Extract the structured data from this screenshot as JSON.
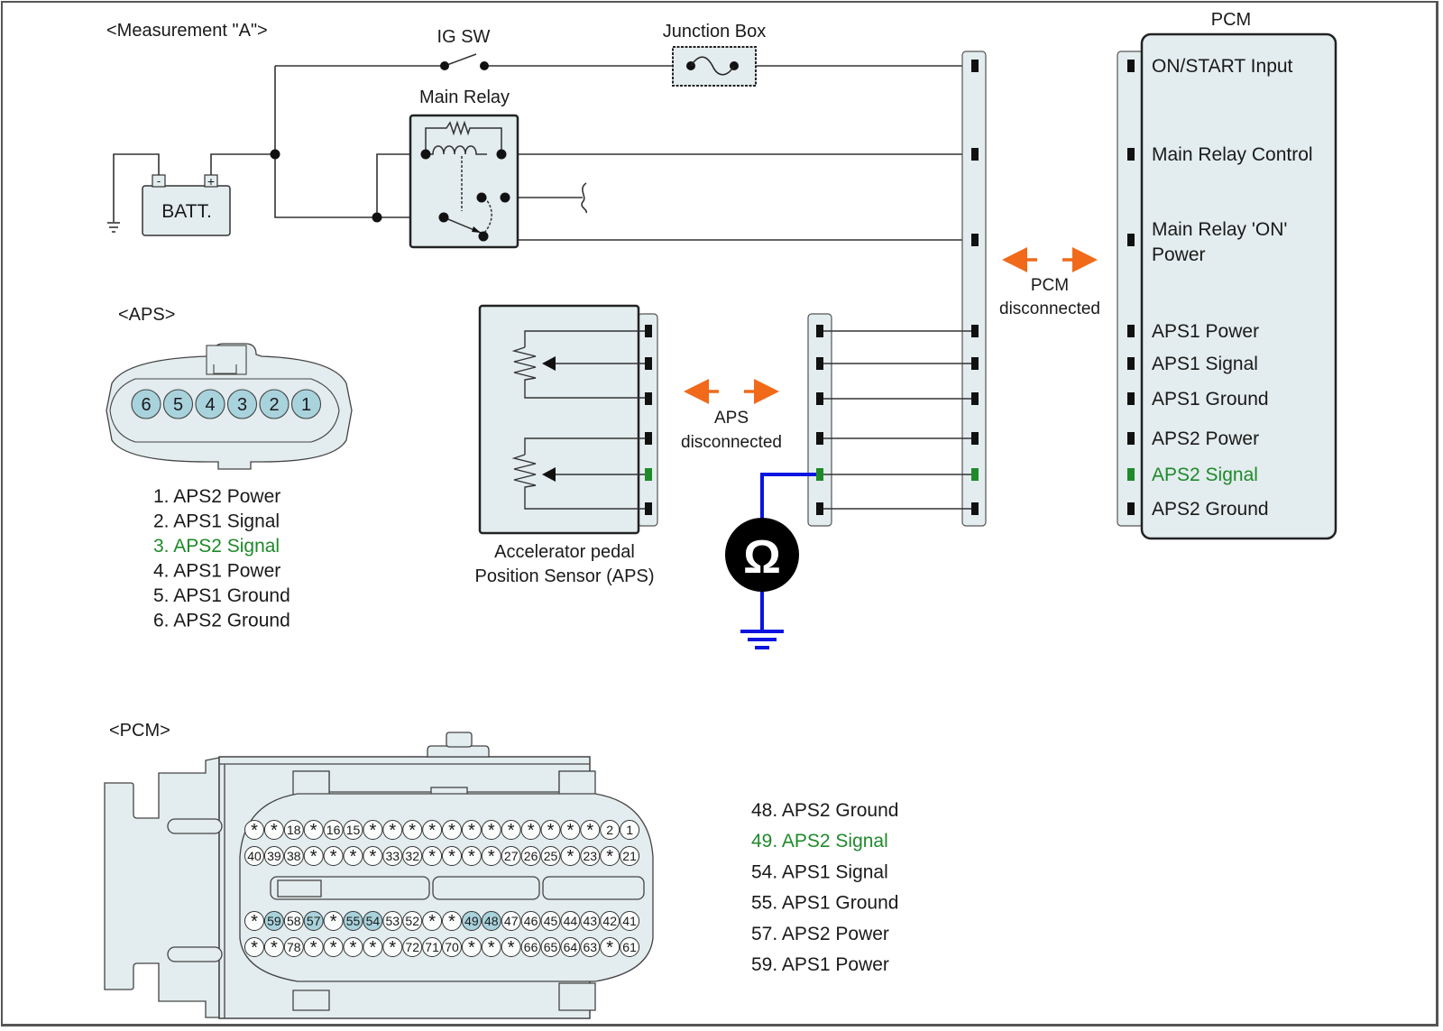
{
  "titles": {
    "measurement": "<Measurement \"A\">",
    "aps_connector": "<APS>",
    "pcm_connector": "<PCM>"
  },
  "components": {
    "battery": "BATT.",
    "battery_neg": "-",
    "battery_pos": "+",
    "ig_switch": "IG SW",
    "junction_box": "Junction Box",
    "main_relay": "Main Relay",
    "pcm": "PCM",
    "aps_line1": "Accelerator pedal",
    "aps_line2": "Position Sensor (APS)",
    "ohmmeter_symbol": "Ω"
  },
  "annotations": {
    "aps_disc_line1": "APS",
    "aps_disc_line2": "disconnected",
    "pcm_disc_line1": "PCM",
    "pcm_disc_line2": "disconnected"
  },
  "pcm_terminals": [
    {
      "label": "ON/START Input",
      "highlight": false
    },
    {
      "label": "Main Relay Control",
      "highlight": false
    },
    {
      "label": "Main Relay 'ON'",
      "label2": "Power",
      "highlight": false
    },
    {
      "label": "APS1 Power",
      "highlight": false
    },
    {
      "label": "APS1 Signal",
      "highlight": false
    },
    {
      "label": "APS1 Ground",
      "highlight": false
    },
    {
      "label": "APS2 Power",
      "highlight": false
    },
    {
      "label": "APS2 Signal",
      "highlight": true
    },
    {
      "label": "APS2 Ground",
      "highlight": false
    }
  ],
  "aps_pins": [
    "6",
    "5",
    "4",
    "3",
    "2",
    "1"
  ],
  "aps_pin_list": [
    {
      "text": "1. APS2 Power",
      "highlight": false
    },
    {
      "text": "2. APS1 Signal",
      "highlight": false
    },
    {
      "text": "3. APS2 Signal",
      "highlight": true
    },
    {
      "text": "4. APS1 Power",
      "highlight": false
    },
    {
      "text": "5. APS1 Ground",
      "highlight": false
    },
    {
      "text": "6. APS2 Ground",
      "highlight": false
    }
  ],
  "pcm_pin_rows": [
    [
      "*",
      "*",
      "18",
      "*",
      "16",
      "15",
      "*",
      "*",
      "*",
      "*",
      "*",
      "*",
      "*",
      "*",
      "*",
      "*",
      "*",
      "*",
      "2",
      "1"
    ],
    [
      "40",
      "39",
      "38",
      "*",
      "*",
      "*",
      "*",
      "33",
      "32",
      "*",
      "*",
      "*",
      "*",
      "27",
      "26",
      "25",
      "*",
      "23",
      "*",
      "21"
    ],
    [
      "*",
      "59",
      "58",
      "57",
      "*",
      "55",
      "54",
      "53",
      "52",
      "*",
      "*",
      "49",
      "48",
      "47",
      "46",
      "45",
      "44",
      "43",
      "42",
      "41"
    ],
    [
      "*",
      "*",
      "78",
      "*",
      "*",
      "*",
      "*",
      "*",
      "72",
      "71",
      "70",
      "*",
      "*",
      "*",
      "66",
      "65",
      "64",
      "63",
      "*",
      "61"
    ]
  ],
  "pcm_highlighted_pins": [
    "59",
    "57",
    "55",
    "54",
    "49",
    "48"
  ],
  "pcm_pin_list": [
    {
      "text": "48. APS2 Ground",
      "highlight": false
    },
    {
      "text": "49. APS2 Signal",
      "highlight": true
    },
    {
      "text": "54. APS1 Signal",
      "highlight": false
    },
    {
      "text": "55. APS1 Ground",
      "highlight": false
    },
    {
      "text": "57. APS2 Power",
      "highlight": false
    },
    {
      "text": "59. APS1 Power",
      "highlight": false
    }
  ],
  "colors": {
    "highlight_text": "#1e8a2a",
    "measurement_wire": "#0a14e0",
    "disconnect_arrow": "#f06a1a",
    "component_fill": "#e3ecee",
    "pin_highlight": "#a9d3dc"
  }
}
